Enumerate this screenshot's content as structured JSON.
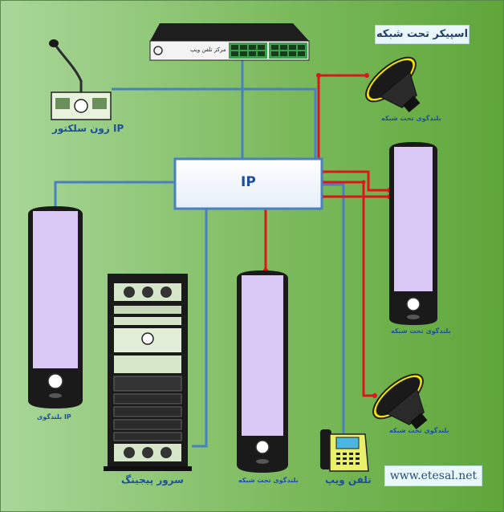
{
  "header": {
    "title": "اسپیکر تحت شبکه"
  },
  "switch": {
    "label": "مرکز تلفن ویپ"
  },
  "hub": {
    "label": "IP"
  },
  "zone_selector": {
    "label": "زون سلکتور IP"
  },
  "speakers": {
    "horn_top": "بلندگوی تحت شبکه",
    "horn_bottom": "بلندگوی تحت شبکه",
    "column_right": "بلندگوی تحت شبکه",
    "column_center": "بلندگوی تحت شبکه",
    "column_left": "بلندگوی IP"
  },
  "server": {
    "label": "سرور پیجینگ"
  },
  "phone": {
    "label": "تلفن ویپ"
  },
  "footer": {
    "url": "www.etesal.net"
  },
  "colors": {
    "data_link": "#4a7fc1",
    "power_link": "#e0141a",
    "column_fill": "#d8c8f3",
    "column_dark": "#1a1a1a",
    "horn_yellow": "#f5e600"
  }
}
